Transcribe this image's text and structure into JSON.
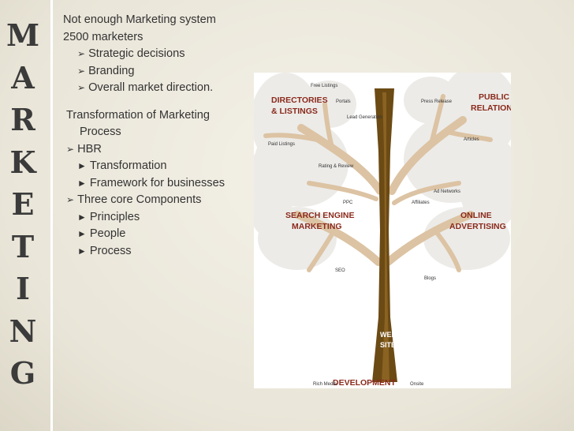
{
  "side_letters": [
    "M",
    "A",
    "R",
    "K",
    "E",
    "T",
    "I",
    "N",
    "G"
  ],
  "text": {
    "l1": "Not enough Marketing system",
    "l2": "2500 marketers",
    "b1": "Strategic decisions",
    "b2": "Branding",
    "b3": "Overall market direction.",
    "p1a": "Transformation of Marketing",
    "p1b": "Process",
    "b4": "HBR",
    "t1": "Transformation",
    "t2": "Framework for businesses",
    "b5": "Three core Components",
    "t3": "Principles",
    "t4": "People",
    "t5": "Process",
    "bullet_glyph": "➢",
    "tri_glyph": "►"
  },
  "graphic": {
    "dir1": "DIRECTORIES",
    "dir2": "& LISTINGS",
    "pr1": "PUBLIC",
    "pr2": "RELATIONS",
    "sem1": "SEARCH ENGINE",
    "sem2": "MARKETING",
    "oa1": "ONLINE",
    "oa2": "ADVERTISING",
    "web1": "WEB",
    "web2": "SITE",
    "dev": "DEVELOPMENT",
    "free_listings": "Free Listings",
    "portals": "Portals",
    "press": "Press Release",
    "leadgen": "Lead Generation",
    "articles": "Articles",
    "paid": "Paid Listings",
    "rating": "Rating & Review",
    "adnet": "Ad Networks",
    "ppc": "PPC",
    "affiliates": "Affiliates",
    "seo": "SEO",
    "blogs": "Blogs",
    "richmedia": "Rich Media",
    "onsite": "Onsite",
    "colors": {
      "trunk": "#6b4a14",
      "trunk_light": "#8a6222",
      "branch": "#dcc3a3",
      "cloud": "#ecebe8",
      "title_red": "#8b2a1c"
    }
  }
}
